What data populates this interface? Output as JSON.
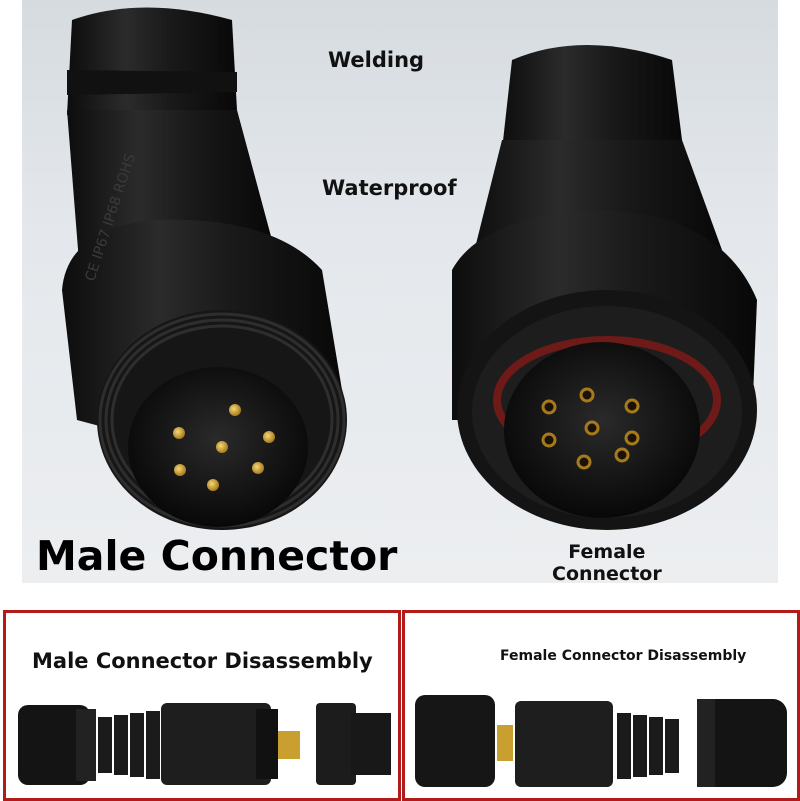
{
  "hero": {
    "label_welding": "Welding",
    "label_waterproof": "Waterproof",
    "label_male": "Male Connector",
    "label_female_line1": "Female",
    "label_female_line2": "Connector",
    "housing_marking": "CE IP67 IP68 ROHS"
  },
  "panels": {
    "male_title": "Male Connector Disassembly",
    "female_title": "Female Connector Disassembly"
  },
  "colors": {
    "panel_border": "#b31b1b",
    "connector_body": "#1c1c1c",
    "pin_gold": "#c9a030",
    "background": "#e4e8ec"
  }
}
